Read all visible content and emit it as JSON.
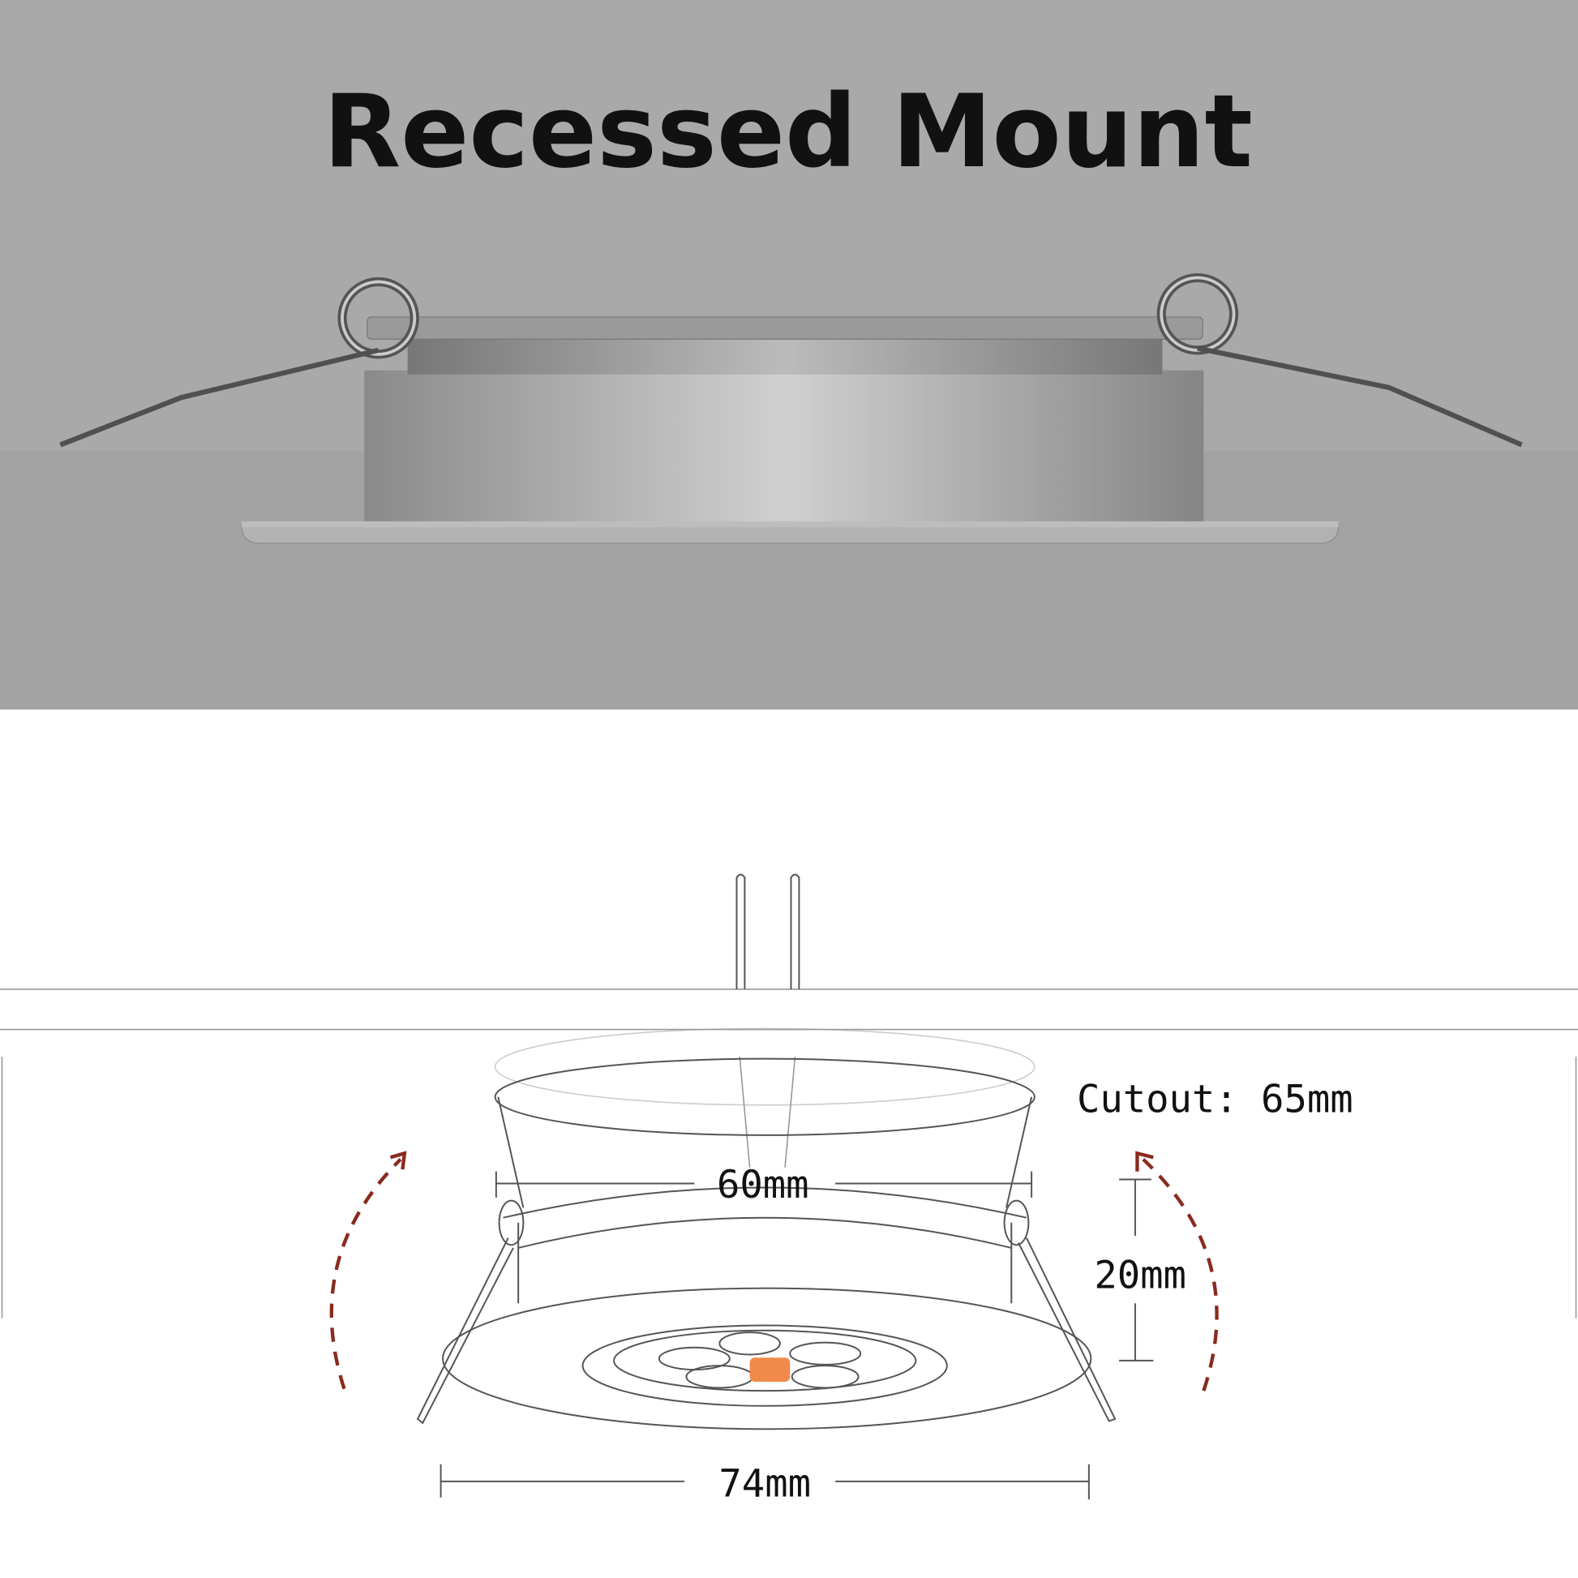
{
  "title": "Recessed Mount",
  "dimensions": {
    "cutout": "Cutout: 65mm",
    "body_width": "60mm",
    "height": "20mm",
    "flange_width": "74mm"
  },
  "colors": {
    "background_top": "#a8a8a8",
    "arrow": "#8a2a1e",
    "led_accent": "#f08a4b"
  }
}
